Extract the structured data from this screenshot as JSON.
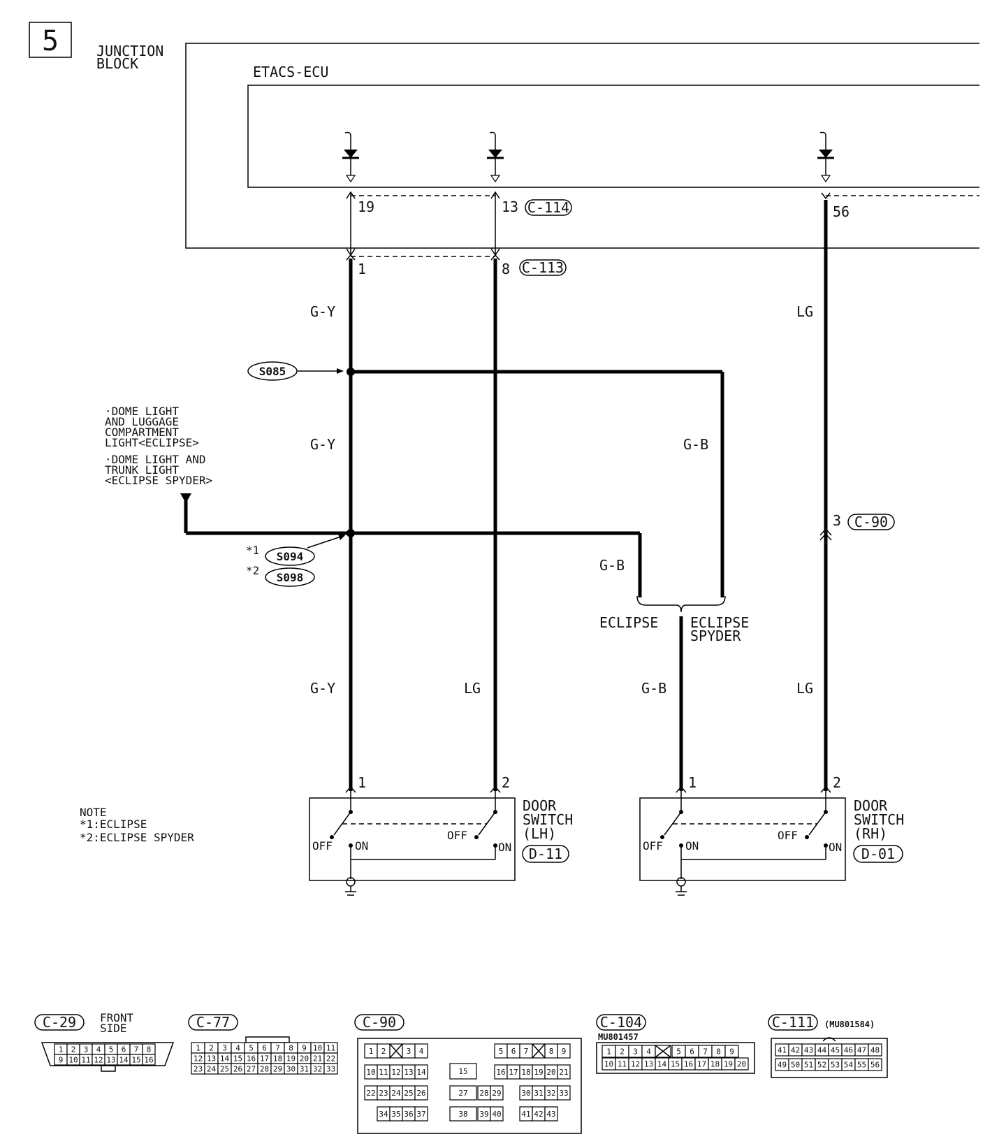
{
  "page_number": "5",
  "junction_block_label": [
    "JUNCTION",
    "BLOCK"
  ],
  "ecu_label": "ETACS-ECU",
  "pins": {
    "p19": "19",
    "p13": "13",
    "p56": "56",
    "p1_top": "1",
    "p8": "8",
    "p3": "3",
    "lh_1": "1",
    "lh_2": "2",
    "rh_1": "1",
    "rh_2": "2"
  },
  "connectors": {
    "c114": "C-114",
    "c113": "C-113",
    "c90": "C-90",
    "d11": "D-11",
    "d01": "D-01"
  },
  "splices": {
    "s085": "S085",
    "s094": "S094",
    "s098": "S098",
    "s094_mark": "*1",
    "s098_mark": "*2"
  },
  "wire_colors": {
    "gy_1": "G-Y",
    "gy_2": "G-Y",
    "gy_3": "G-Y",
    "lg_1": "LG",
    "lg_2": "LG",
    "lg_3": "LG",
    "gb_1": "G-B",
    "gb_2": "G-B",
    "gb_3": "G-B"
  },
  "branch_labels": {
    "eclipse": "ECLIPSE",
    "spyder": [
      "ECLIPSE",
      "SPYDER"
    ]
  },
  "dome_note": [
    "·DOME LIGHT",
    " AND LUGGAGE",
    " COMPARTMENT",
    " LIGHT<ECLIPSE>",
    "·DOME LIGHT AND",
    " TRUNK LIGHT",
    " <ECLIPSE SPYDER>"
  ],
  "door_switch_lh": [
    "DOOR",
    "SWITCH",
    "(LH)"
  ],
  "door_switch_rh": [
    "DOOR",
    "SWITCH",
    "(RH)"
  ],
  "switch_states": {
    "off": "OFF",
    "on": "ON"
  },
  "note": [
    "NOTE",
    "*1:ECLIPSE",
    "*2:ECLIPSE SPYDER"
  ],
  "connector_views": {
    "c29": {
      "id": "C-29",
      "desc": [
        "FRONT",
        "SIDE"
      ],
      "rows": [
        [
          "1",
          "2",
          "3",
          "4",
          "5",
          "6",
          "7",
          "8"
        ],
        [
          "9",
          "10",
          "11",
          "12",
          "13",
          "14",
          "15",
          "16"
        ]
      ]
    },
    "c77": {
      "id": "C-77",
      "rows": [
        [
          "1",
          "2",
          "3",
          "4",
          "5",
          "6",
          "7",
          "8",
          "9",
          "10",
          "11"
        ],
        [
          "12",
          "13",
          "14",
          "15",
          "16",
          "17",
          "18",
          "19",
          "20",
          "21",
          "22"
        ],
        [
          "23",
          "24",
          "25",
          "26",
          "27",
          "28",
          "29",
          "30",
          "31",
          "32",
          "33"
        ]
      ]
    },
    "c90": {
      "id": "C-90",
      "cells": [
        "1",
        "2",
        "3",
        "4",
        "5",
        "6",
        "7",
        "8",
        "9",
        "10",
        "11",
        "12",
        "13",
        "14",
        "15",
        "16",
        "17",
        "18",
        "19",
        "20",
        "21",
        "22",
        "23",
        "24",
        "25",
        "26",
        "27",
        "28",
        "29",
        "30",
        "31",
        "32",
        "33",
        "34",
        "35",
        "36",
        "37",
        "38",
        "39",
        "40",
        "41",
        "42",
        "43"
      ]
    },
    "c104": {
      "id": "C-104",
      "part": "MU801457",
      "rows": [
        [
          "1",
          "2",
          "3",
          "4",
          "5",
          "6",
          "7",
          "8",
          "9"
        ],
        [
          "10",
          "11",
          "12",
          "13",
          "14",
          "15",
          "16",
          "17",
          "18",
          "19",
          "20"
        ]
      ]
    },
    "c111": {
      "id": "C-111",
      "part": "(MU801584)",
      "rows": [
        [
          "41",
          "42",
          "43",
          "44",
          "45",
          "46",
          "47",
          "48"
        ],
        [
          "49",
          "50",
          "51",
          "52",
          "53",
          "54",
          "55",
          "56"
        ]
      ]
    }
  }
}
